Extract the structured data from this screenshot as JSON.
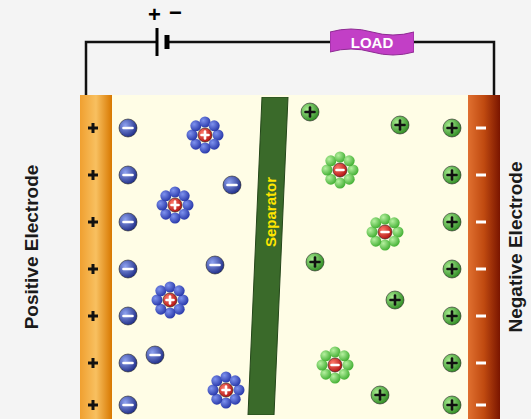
{
  "diagram": {
    "nodes": [
      {
        "text": [
          "Positive Electrode"
        ]
      },
      {
        "text": [
          "Negative Electrode"
        ]
      },
      {
        "text": [
          "Separator"
        ]
      },
      {
        "text": [
          "LOAD"
        ]
      }
    ],
    "edges": [
      {
        "from": 0,
        "to": 3,
        "arrow": "none"
      },
      {
        "from": 3,
        "to": 1,
        "arrow": "none"
      }
    ],
    "labels": [
      "+",
      "−"
    ]
  }
}
